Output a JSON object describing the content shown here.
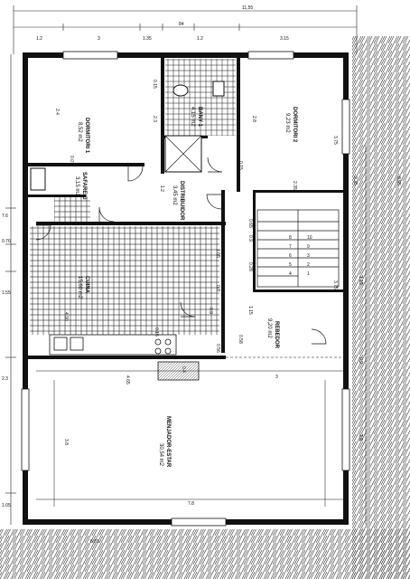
{
  "plan": {
    "overall_width": "11,55",
    "rooms": [
      {
        "id": "dormitori1",
        "name": "DORMITORI 1",
        "area": "8,52 m2"
      },
      {
        "id": "bany1",
        "name": "BANY 1",
        "area": "4,15 m2"
      },
      {
        "id": "dormitori2",
        "name": "DORMITORI 2",
        "area": "9,23 m2"
      },
      {
        "id": "safareig",
        "name": "SAFAREIG",
        "area": "3,15 m2"
      },
      {
        "id": "distribuidor",
        "name": "DISTRIBUIDOR",
        "area": "3,45 m2"
      },
      {
        "id": "cuina",
        "name": "CUINA",
        "area": "15,60 m2"
      },
      {
        "id": "rebedor",
        "name": "REBEDOR",
        "area": "9,20 m2"
      },
      {
        "id": "menjador",
        "name": "MENJADOR-ESTAR",
        "area": "30,54 m2"
      }
    ],
    "dims_top": [
      "1.2",
      "3",
      "1.35",
      "1.2",
      "3.15",
      "84"
    ],
    "dims_left": [
      "7.6",
      "0.76",
      "1.55",
      "2.3",
      "1.05",
      "6,65"
    ],
    "dims_inner": [
      "2.4",
      "2.3",
      "2.8",
      "3.75",
      "0.15",
      "0.07",
      "1.2",
      "0.15",
      "0.65",
      "0.9",
      "0.28",
      "1.65",
      "0.9",
      "2.35",
      "0.8",
      "4.90",
      "3.75",
      "0.56",
      "1.15",
      "4.65",
      "3",
      "3.8",
      "7.8",
      "0.15",
      "0.4",
      "0.58"
    ],
    "dims_right": [
      "2.35",
      "8.55",
      "1.15",
      "0.9",
      "3.8"
    ],
    "stair_numbers": [
      "10",
      "9",
      "8",
      "7",
      "6",
      "5",
      "4",
      "3",
      "2",
      "1"
    ]
  }
}
